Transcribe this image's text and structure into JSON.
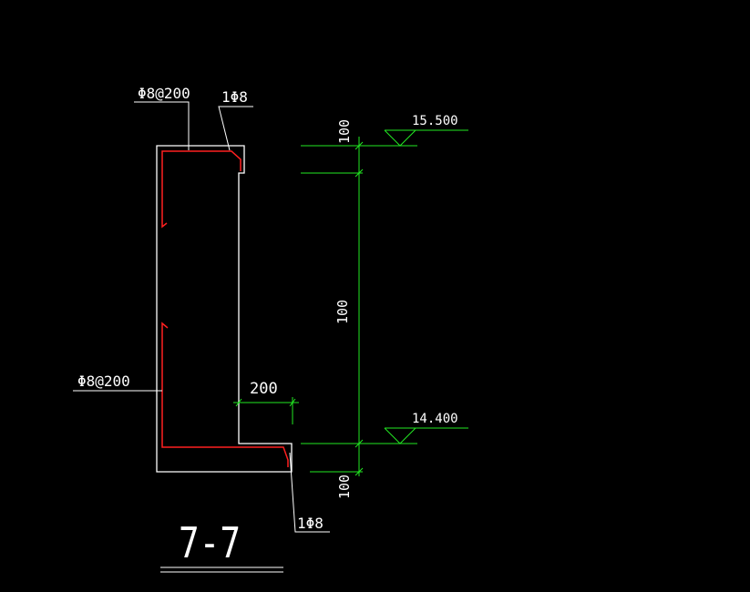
{
  "colors": {
    "background": "#000000",
    "outline": "#ffffff",
    "rebar": "#ff2020",
    "dimension": "#22e822"
  },
  "labels": {
    "top_rebar_spacing": "Φ8@200",
    "top_bar": "1Φ8",
    "left_rebar_spacing": "Φ8@200",
    "bottom_bar": "1Φ8",
    "width_dim": "200"
  },
  "elevations": {
    "top": "15.500",
    "bottom": "14.400"
  },
  "dimensions": {
    "top_segment": "100",
    "middle_segment": "100",
    "bottom_segment": "100"
  },
  "section_title": "7-7"
}
